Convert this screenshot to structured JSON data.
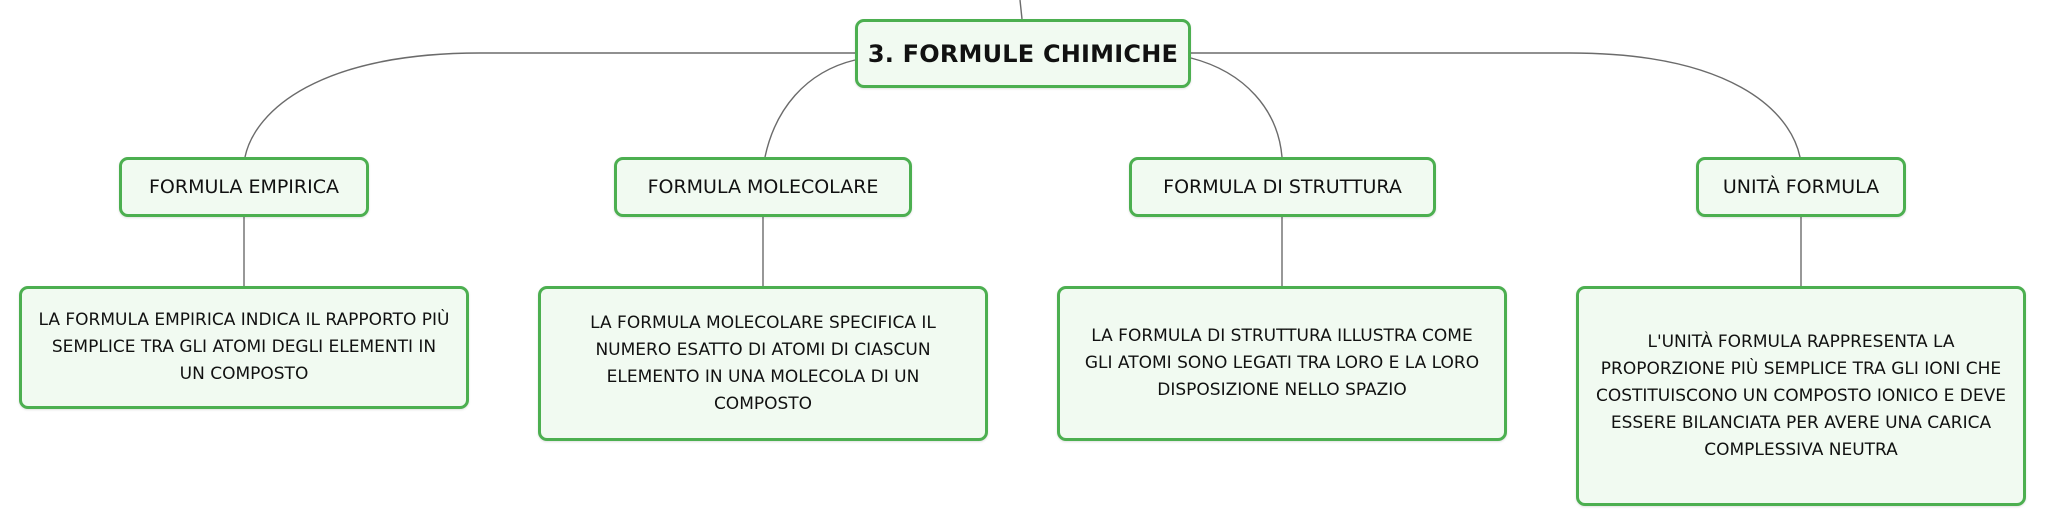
{
  "diagram": {
    "root": {
      "label": "3. FORMULE CHIMICHE"
    },
    "branches": [
      {
        "concept": "FORMULA EMPIRICA",
        "description": "LA FORMULA EMPIRICA INDICA IL RAPPORTO PIÙ SEMPLICE TRA GLI ATOMI DEGLI ELEMENTI IN UN COMPOSTO"
      },
      {
        "concept": "FORMULA MOLECOLARE",
        "description": "LA FORMULA MOLECOLARE SPECIFICA IL NUMERO ESATTO DI ATOMI DI CIASCUN ELEMENTO IN UNA MOLECOLA DI UN COMPOSTO"
      },
      {
        "concept": "FORMULA DI STRUTTURA",
        "description": "LA FORMULA DI STRUTTURA ILLUSTRA COME GLI ATOMI SONO LEGATI TRA LORO E LA LORO DISPOSIZIONE NELLO SPAZIO"
      },
      {
        "concept": "UNITÀ FORMULA",
        "description": "L'UNITÀ FORMULA RAPPRESENTA LA PROPORZIONE PIÙ SEMPLICE TRA GLI IONI CHE COSTITUISCONO UN COMPOSTO IONICO E DEVE ESSERE BILANCIATA PER AVERE UNA CARICA COMPLESSIVA NEUTRA"
      }
    ],
    "colors": {
      "node_border": "#4caf50",
      "node_fill": "#f1faf1",
      "connector": "#6b6b6b"
    }
  }
}
